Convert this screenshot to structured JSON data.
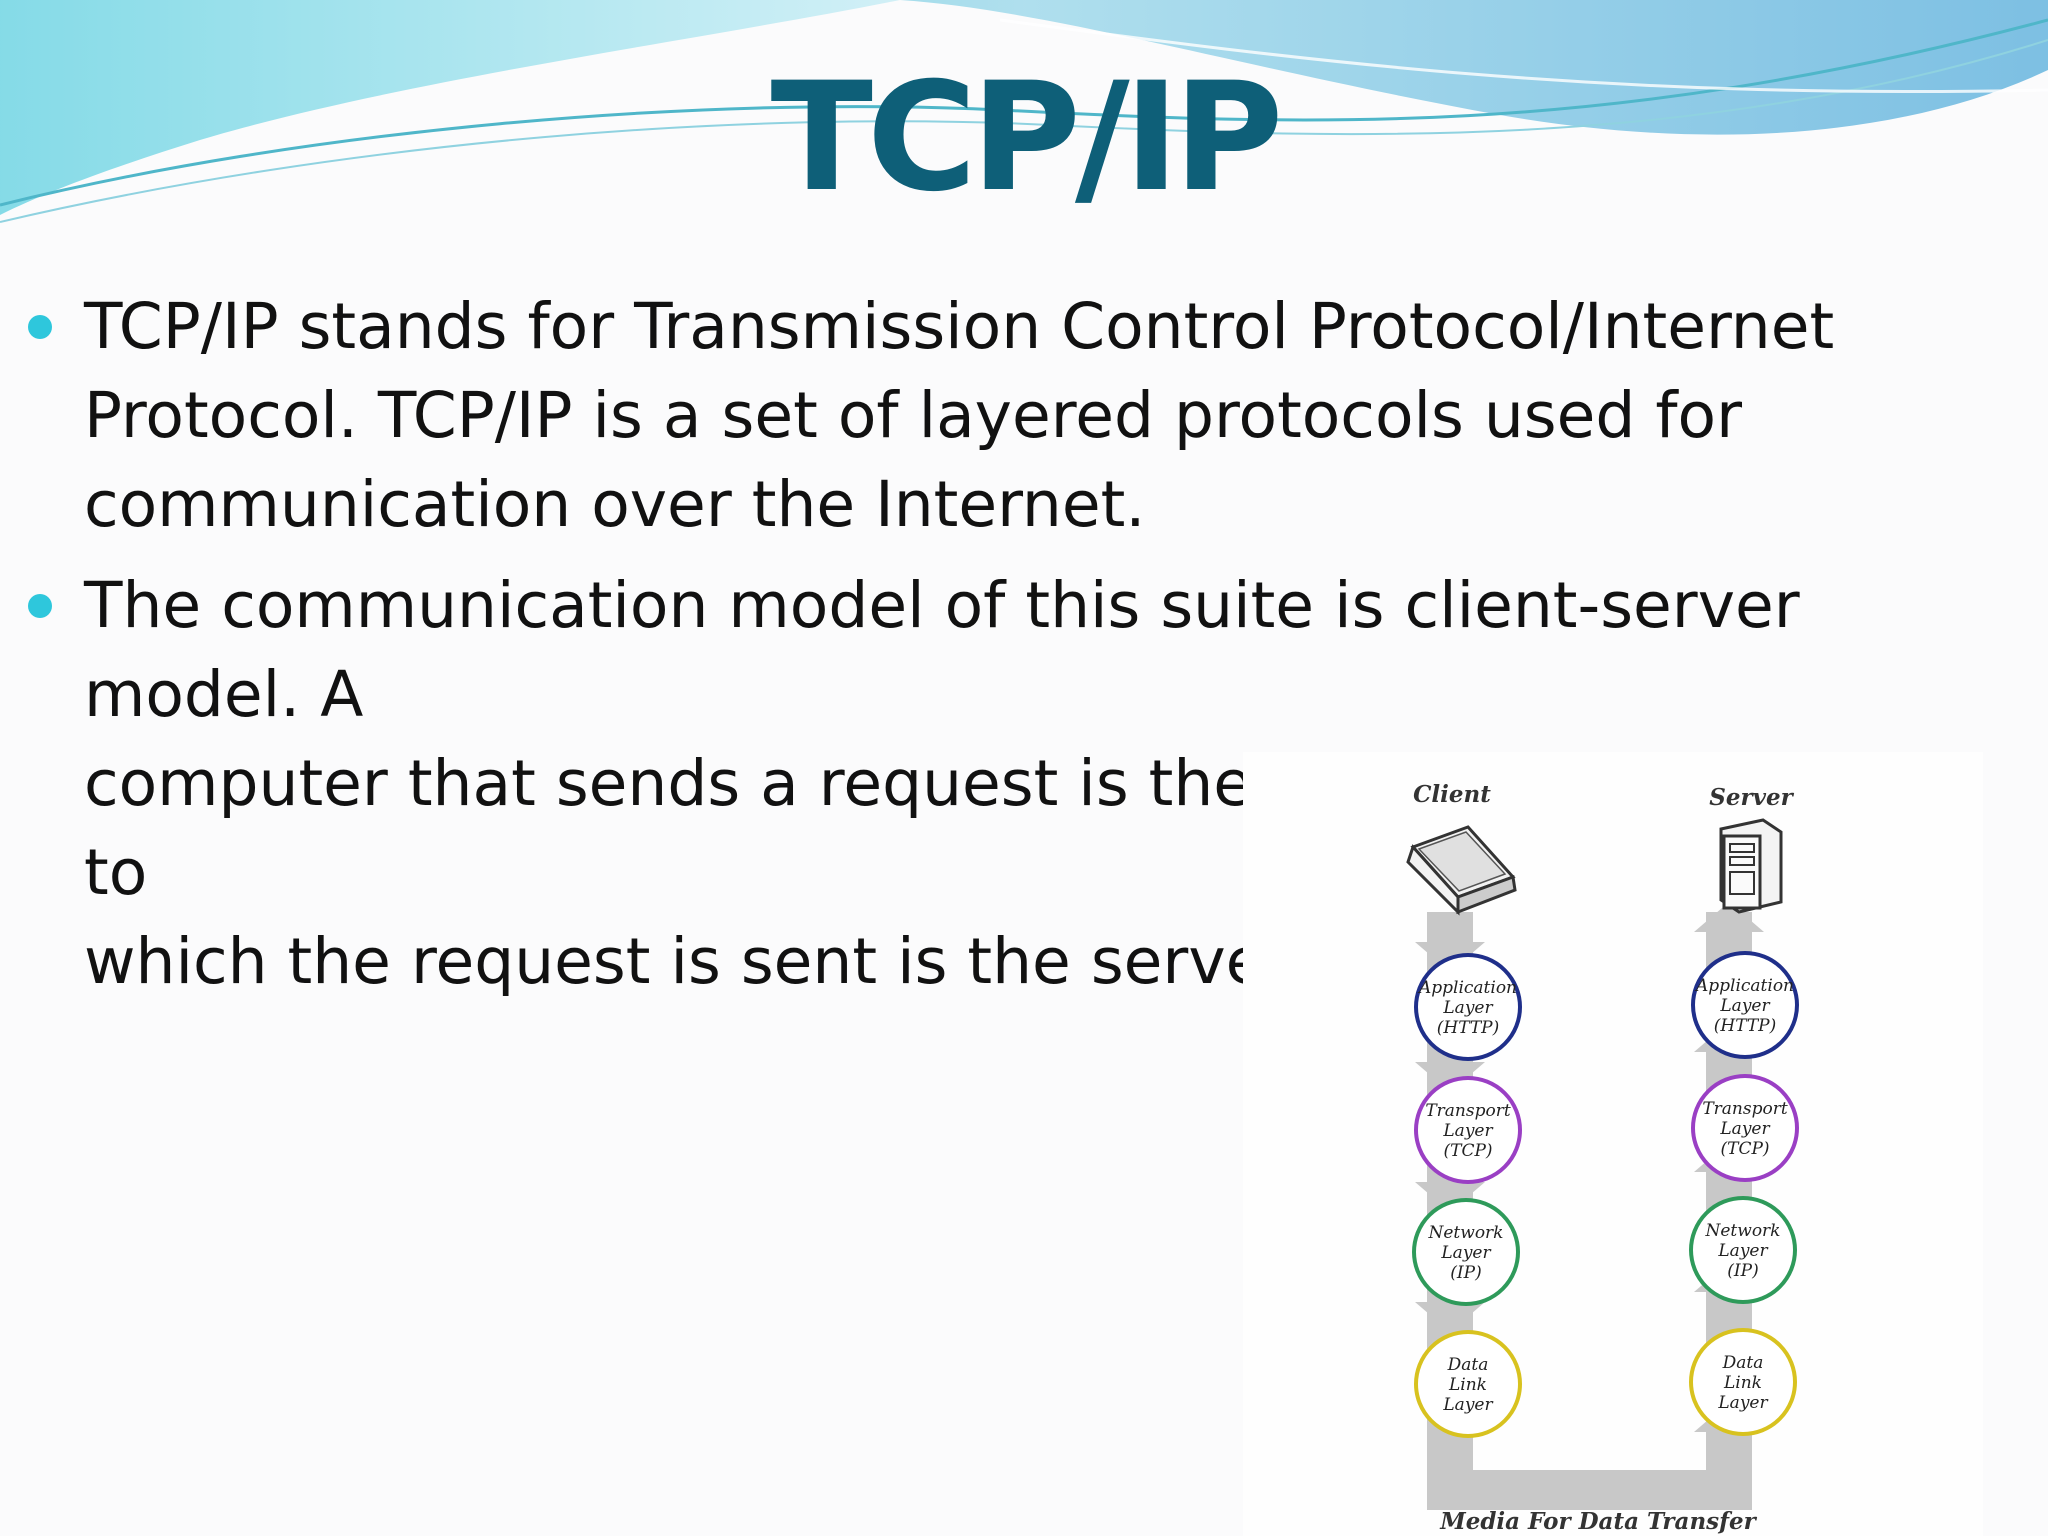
{
  "slide": {
    "title": "TCP/IP",
    "bullets": [
      {
        "lines": [
          "TCP/IP stands for Transmission Control Protocol/Internet",
          "Protocol. TCP/IP is a set of layered protocols used for",
          "communication over the Internet."
        ]
      },
      {
        "lines": [
          "The communication model of this suite is client-server model. A",
          "computer that sends a request is the client and a computer to",
          "which the request is sent is the server."
        ]
      }
    ]
  },
  "diagram": {
    "client_label": "Client",
    "server_label": "Server",
    "client_icon": "laptop-icon",
    "server_icon": "server-tower-icon",
    "layers": [
      {
        "lines": [
          "Application",
          "Layer",
          "(HTTP)"
        ],
        "color": "#1f2f8a"
      },
      {
        "lines": [
          "Transport",
          "Layer",
          "(TCP)"
        ],
        "color": "#9a3fc4"
      },
      {
        "lines": [
          "Network",
          "Layer",
          "(IP)"
        ],
        "color": "#2e9a5a"
      },
      {
        "lines": [
          "Data",
          "Link",
          "Layer"
        ],
        "color": "#d8c21f"
      }
    ],
    "media_label": "Media For Data Transfer"
  },
  "colors": {
    "title": "#0e5f78",
    "bullet": "#2ec7dc",
    "arrow": "#c8c8c8",
    "wave_light": "#bfe9f3",
    "wave_dark": "#5ec8dc"
  }
}
